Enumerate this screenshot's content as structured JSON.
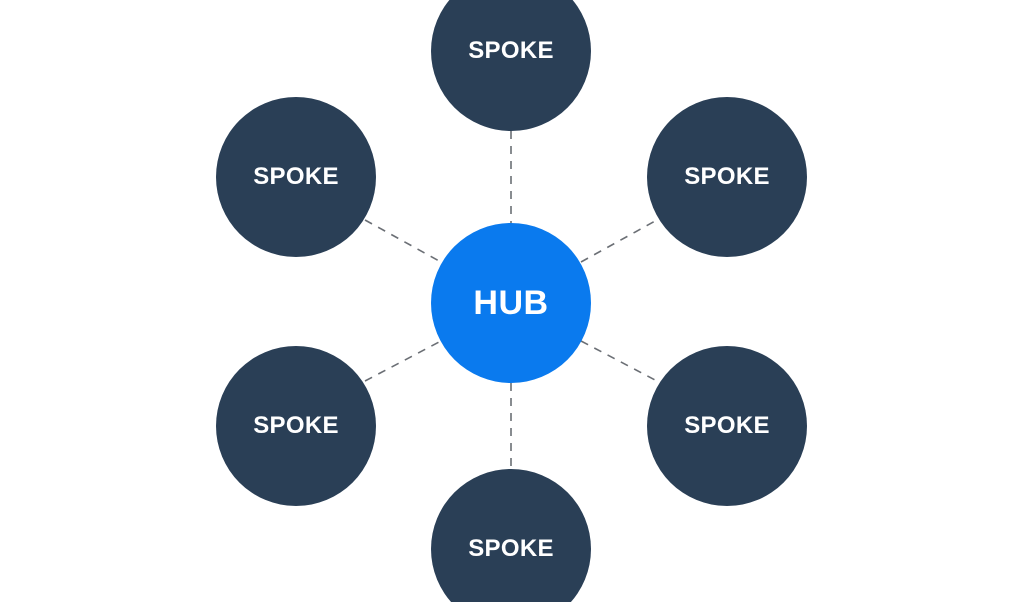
{
  "colors": {
    "hub": "#0a7aee",
    "spoke": "#2a3f56",
    "connector": "#6b6f75",
    "background": "#ffffff"
  },
  "hub": {
    "label": "HUB"
  },
  "spokes": [
    {
      "id": "top",
      "label": "SPOKE"
    },
    {
      "id": "upper-left",
      "label": "SPOKE"
    },
    {
      "id": "upper-right",
      "label": "SPOKE"
    },
    {
      "id": "lower-left",
      "label": "SPOKE"
    },
    {
      "id": "lower-right",
      "label": "SPOKE"
    },
    {
      "id": "bottom",
      "label": "SPOKE"
    }
  ]
}
